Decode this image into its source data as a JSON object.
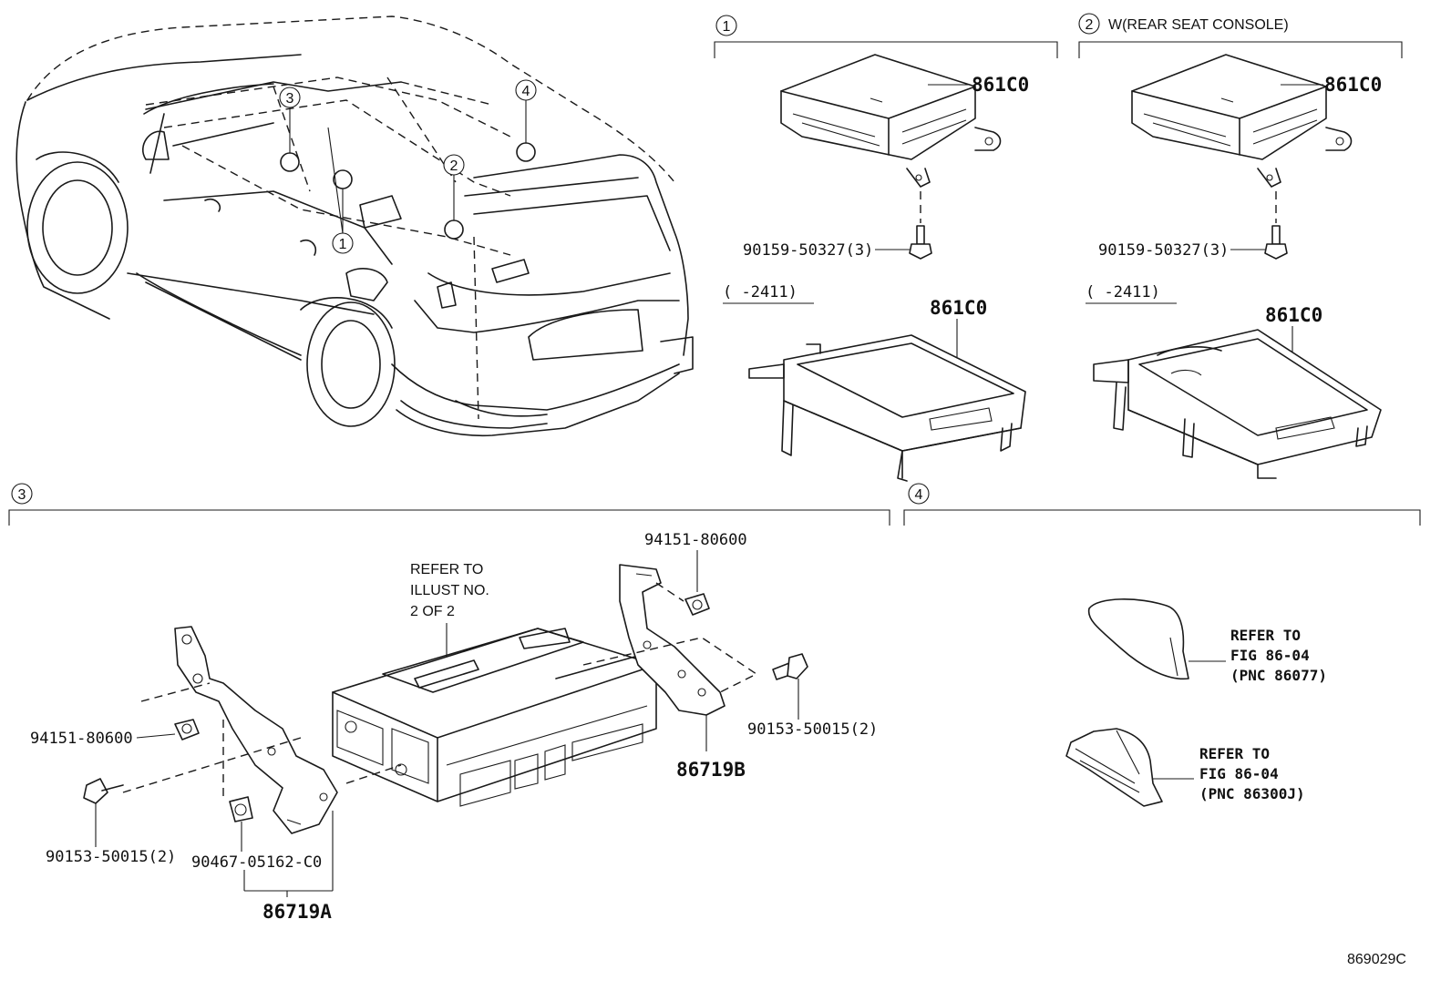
{
  "diagram_id": "869029C",
  "callouts": [
    "1",
    "2",
    "3",
    "4"
  ],
  "section1": {
    "number": "1",
    "note": "",
    "top_part": "861C0",
    "bolt": "90159-50327(3)",
    "range": "(    -2411)",
    "bottom_part": "861C0"
  },
  "section2": {
    "number": "2",
    "note": "W(REAR SEAT CONSOLE)",
    "top_part": "861C0",
    "bolt": "90159-50327(3)",
    "range": "(    -2411)",
    "bottom_part": "861C0"
  },
  "section3": {
    "number": "3",
    "refer_lines": [
      "REFER TO",
      "ILLUST NO.",
      "2 OF 2"
    ],
    "parts": {
      "clip_top": "94151-80600",
      "clip_left": "94151-80600",
      "bolt_right": "90153-50015(2)",
      "bolt_left": "90153-50015(2)",
      "clip_small": "90467-05162-C0",
      "bracket_right": "86719B",
      "bracket_left": "86719A"
    }
  },
  "section4": {
    "number": "4",
    "ref_a": [
      "REFER TO",
      "FIG 86-04",
      "(PNC 86077)"
    ],
    "ref_b": [
      "REFER TO",
      "FIG 86-04",
      "(PNC 86300J)"
    ]
  }
}
